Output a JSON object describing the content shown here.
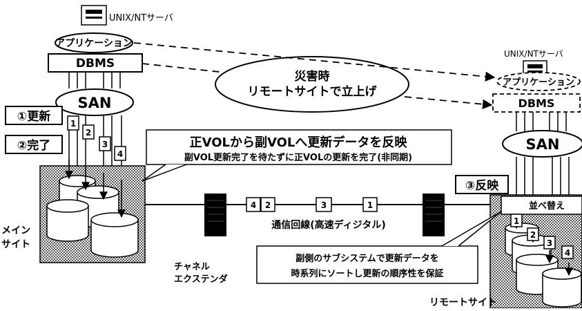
{
  "main_site": {
    "server_label": "UNIX/NTサーバ",
    "app_label": "アプリケーション",
    "dbms_label": "DBMS",
    "san_label": "SAN",
    "step_update": "①更新",
    "step_complete": "②完了",
    "site_label_line1": "メイン",
    "site_label_line2": "サイト"
  },
  "remote_site": {
    "server_label": "UNIX/NTサーバ",
    "app_label": "アプリケーション",
    "dbms_label": "DBMS",
    "san_label": "SAN",
    "step_reflect": "③反映",
    "reorder_label": "並べ替え",
    "site_label": "リモートサイト"
  },
  "disaster_bubble": {
    "line1": "災害時",
    "line2": "リモートサイトで立上げ"
  },
  "reflect_box": {
    "title": "正VOLから副VOLへ更新データを反映",
    "subtitle": "副VOL更新完了を待たずに正VOLの更新を完了(非同期)"
  },
  "channel_extender": {
    "line1": "チャネル",
    "line2": "エクステンダ"
  },
  "line_label": "通信回線(高速ディジタル)",
  "packets_main": [
    "1",
    "2",
    "3",
    "4"
  ],
  "packets_line": [
    "4",
    "2",
    "3",
    "1"
  ],
  "packets_remote": [
    "1",
    "2",
    "3",
    "4"
  ],
  "sub_box": {
    "line1": "副側のサブシステムで更新データを",
    "line2": "時系列にソートし更新の順序性を保証"
  }
}
